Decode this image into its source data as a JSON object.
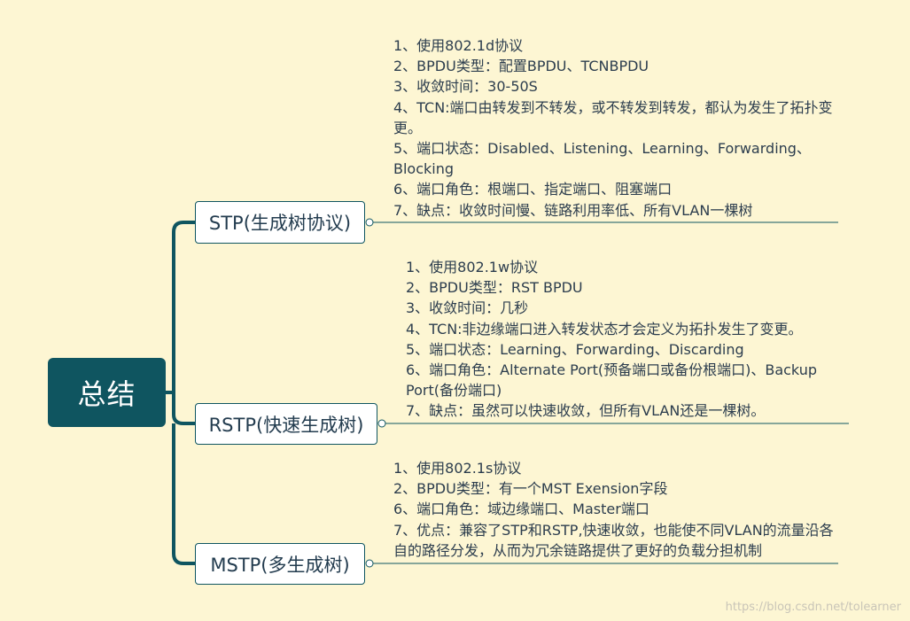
{
  "root": {
    "label": "总结"
  },
  "branches": [
    {
      "label": "STP(生成树协议)",
      "items": [
        "1、使用802.1d协议",
        "2、BPDU类型：配置BPDU、TCNBPDU",
        "3、收敛时间：30-50S",
        "4、TCN:端口由转发到不转发，或不转发到转发，都认为发生了拓扑变更。",
        "5、端口状态：Disabled、Listening、Learning、Forwarding、Blocking",
        "6、端口角色：根端口、指定端口、阻塞端口",
        "7、缺点：收敛时间慢、链路利用率低、所有VLAN一棵树"
      ]
    },
    {
      "label": "RSTP(快速生成树)",
      "items": [
        "1、使用802.1w协议",
        "2、BPDU类型：RST BPDU",
        "3、收敛时间：几秒",
        "4、TCN:非边缘端口进入转发状态才会定义为拓扑发生了变更。",
        "5、端口状态：Learning、Forwarding、Discarding",
        "6、端口角色：Alternate Port(预备端口或备份根端口)、Backup Port(备份端口)",
        "7、缺点：虽然可以快速收敛，但所有VLAN还是一棵树。"
      ]
    },
    {
      "label": "MSTP(多生成树)",
      "items": [
        "1、使用802.1s协议",
        "2、BPDU类型：有一个MST Exension字段",
        "6、端口角色：域边缘端口、Master端口",
        "7、优点：兼容了STP和RSTP,快速收敛，也能使不同VLAN的流量沿各自的路径分发，从而为冗余链路提供了更好的负载分担机制"
      ]
    }
  ],
  "watermark": "https://blog.csdn.net/tolearner",
  "colors": {
    "background": "#fdf6d3",
    "root_fill": "#0f5560",
    "line": "#0f5560"
  }
}
